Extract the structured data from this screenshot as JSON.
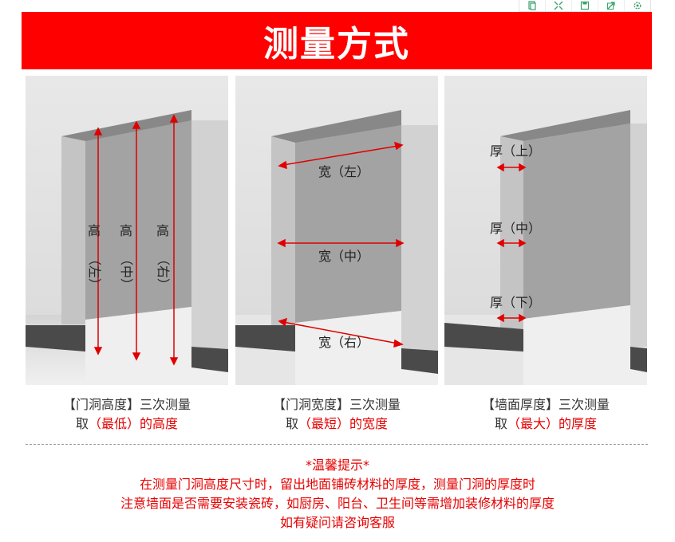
{
  "toolbar": {
    "icons": [
      "copy-icon",
      "expand-icon",
      "save-icon",
      "share-icon",
      "settings-icon"
    ]
  },
  "banner": {
    "title": "测量方式"
  },
  "panels": [
    {
      "labels": {
        "h1": "高",
        "h1s": "（左）",
        "h2": "高",
        "h2s": "（中）",
        "h3": "高",
        "h3s": "（右）"
      },
      "caption": {
        "prefix": "【门洞高度】三次测量",
        "take": "取",
        "highlight": "（最低）",
        "suffix": "的高度"
      }
    },
    {
      "labels": {
        "w1": "宽（左）",
        "w2": "宽（中）",
        "w3": "宽（右）"
      },
      "caption": {
        "prefix": "【门洞宽度】三次测量",
        "take": "取",
        "highlight": "（最短）",
        "suffix": "的宽度"
      }
    },
    {
      "labels": {
        "t1": "厚（上）",
        "t2": "厚（中）",
        "t3": "厚（下）"
      },
      "caption": {
        "prefix": "【墙面厚度】三次测量",
        "take": "取",
        "highlight": "（最大）",
        "suffix": "的厚度"
      }
    }
  ],
  "tips": {
    "title": "*温馨提示*",
    "lines": [
      "在测量门洞高度尺寸时，留出地面铺砖材料的厚度，测量门洞的厚度时",
      "注意墙面是否需要安装瓷砖，如厨房、阳台、卫生间等需增加装修材料的厚度",
      "如有疑问请咨询客服"
    ]
  },
  "colors": {
    "accent": "#ff0000",
    "text_red": "#e60000",
    "text_dark": "#333333"
  }
}
